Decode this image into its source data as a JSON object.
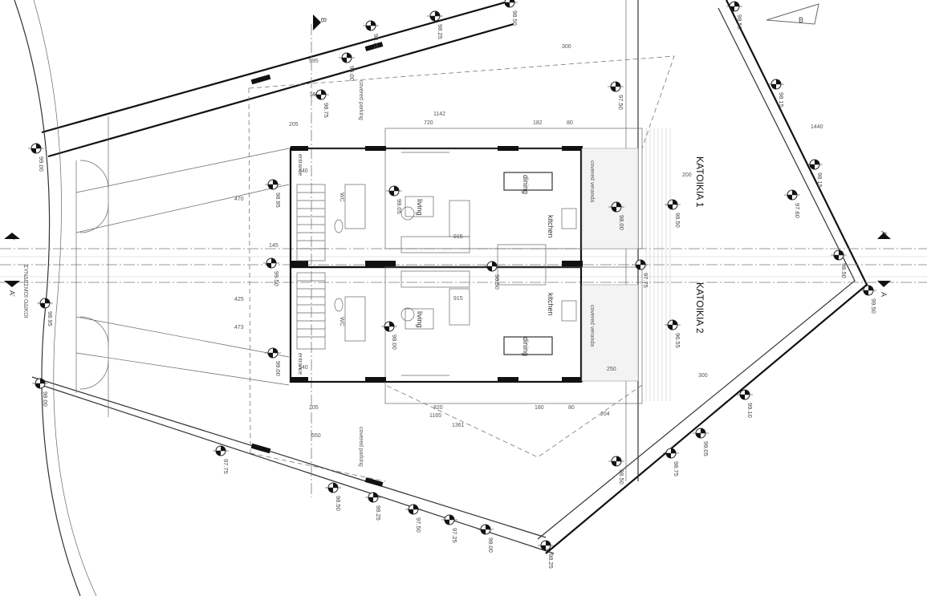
{
  "houses": {
    "house1": "ΚΑΤΟΙΚΙΑ 1",
    "house2": "ΚΑΤΟΙΚΙΑ 2"
  },
  "sections": {
    "a_left_top": "A'",
    "a_left_bot": "A'",
    "a_right_top": "A",
    "a_right_bot": "A",
    "b_top": "B"
  },
  "north_label": "B",
  "road_label": "ΣΥΝΔΕΣΜΟΙ ΟΔΙΚΟΙ",
  "rooms": {
    "kitchen1": "kitchen",
    "kitchen2": "kitchen",
    "dining1": "dining",
    "dining2": "dining",
    "living1": "living",
    "living2": "living",
    "veranda1": "covered veranda",
    "veranda2": "covered veranda",
    "entrance1": "entrance",
    "entrance2": "entrance",
    "wc1": "WC",
    "wc2": "WC",
    "parking1": "covered parking",
    "parking2": "covered parking"
  },
  "dimensions": {
    "d595": "595",
    "d550a": "550",
    "d550b": "550",
    "d205a": "205",
    "d205b": "205",
    "d720": "720",
    "d182": "182",
    "d80a": "80",
    "d80b": "80",
    "d1142": "1142",
    "d1165": "1165",
    "d1361": "1361",
    "d915a": "915",
    "d915b": "915",
    "d145": "145",
    "d140a": "140",
    "d140b": "140",
    "d820": "820",
    "d180": "180",
    "d204": "204",
    "d250": "250",
    "d300a": "300",
    "d300b": "300",
    "d1440": "1440",
    "d470": "470",
    "d473": "473",
    "d425": "425",
    "d200": "200"
  },
  "elevations": [
    "98.25",
    "98.50",
    "98.75",
    "99.00",
    "98.75",
    "99.00",
    "98.95",
    "99.50",
    "98.95",
    "99.00",
    "98.00",
    "97.75",
    "98.50",
    "98.25",
    "97.50",
    "97.25",
    "98.00",
    "98.25",
    "98.50",
    "98.75",
    "99.05",
    "99.10",
    "99.50",
    "98.50",
    "98.15",
    "98.15",
    "98.50",
    "97.50",
    "97.60",
    "98.00",
    "98.50",
    "99.05",
    "98.50",
    "97.75",
    "98.00",
    "96.55"
  ],
  "colors": {
    "line": "#333333",
    "wall": "#111111",
    "accent": "#3a9ad9"
  }
}
